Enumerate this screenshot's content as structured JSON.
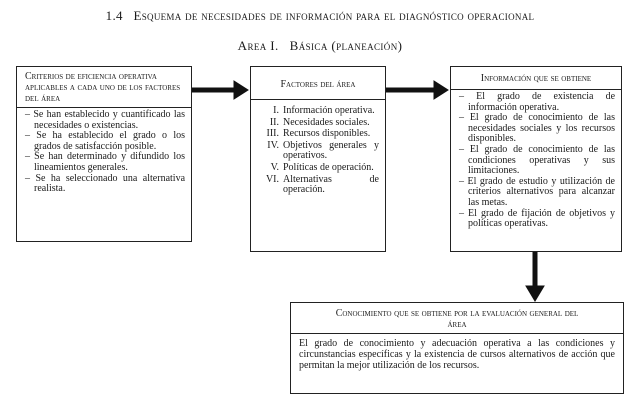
{
  "title": {
    "number": "1.4",
    "text": "Esquema de necesidades de información para el diagnóstico operacional"
  },
  "subtitle": {
    "area": "Area I.",
    "name": "Básica (planeación)"
  },
  "box_criterios": {
    "heading": "Criterios de eficiencia operativa aplicables a cada uno de los factores del área",
    "items": [
      "Se han establecido y cuantificado las necesidades o existencias.",
      "Se ha establecido el grado o los grados de satisfacción posible.",
      "Se han determinado y difundido los lineamientos generales.",
      "Se ha seleccionado una alternativa realista."
    ]
  },
  "box_factores": {
    "heading": "Factores del área",
    "items": [
      {
        "num": "I.",
        "text": "Información operativa."
      },
      {
        "num": "II.",
        "text": "Necesidades sociales."
      },
      {
        "num": "III.",
        "text": "Recursos disponibles."
      },
      {
        "num": "IV.",
        "text": "Objetivos generales y operativos."
      },
      {
        "num": "V.",
        "text": "Políticas de operación."
      },
      {
        "num": "VI.",
        "text": "Alternativas de operación."
      }
    ]
  },
  "box_informacion": {
    "heading": "Información que se obtiene",
    "items": [
      "El grado de existencia de información operativa.",
      "El grado de conocimiento de las necesidades sociales y los recursos disponibles.",
      "El grado de conocimiento de las condiciones operativas y sus limitaciones.",
      "El grado de estudio y utilización de criterios alternativos para alcanzar las metas.",
      "El grado de fijación de objetivos y políticas operativas."
    ]
  },
  "box_conocimiento": {
    "heading": "Conocimiento que se obtiene por la evaluación general del área",
    "text": "El grado de conocimiento y adecuación operativa a las condiciones y circunstancias específicas y la existencia de cursos alternativos de acción que permitan la mejor utilización de los recursos."
  }
}
